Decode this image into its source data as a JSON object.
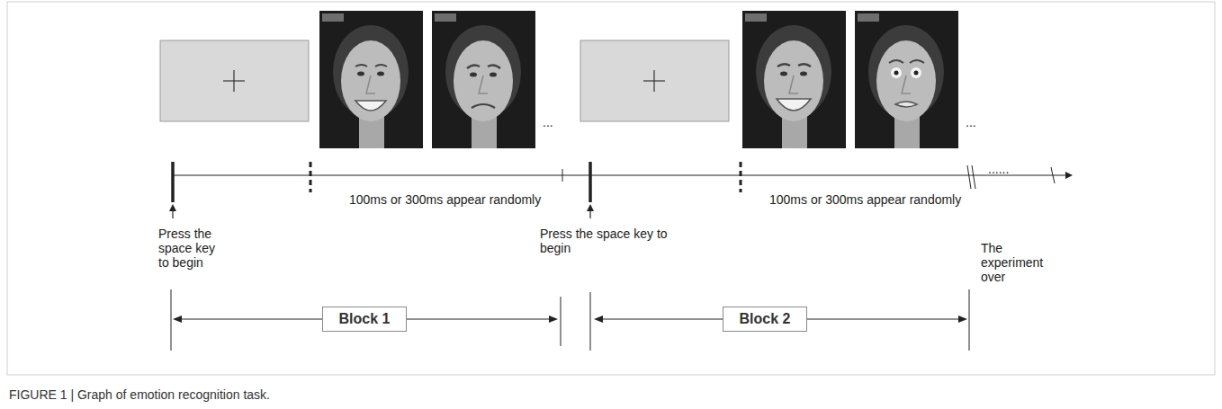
{
  "diagram": {
    "caption": "FIGURE 1 | Graph of emotion recognition task.",
    "nodes": [
      {
        "text": [
          "Block 1"
        ]
      },
      {
        "text": [
          "Block 2"
        ]
      }
    ],
    "labels": [
      "...",
      "...",
      "100ms or 300ms appear randomly",
      "Press the space key to begin",
      "100ms or 300ms appear randomly",
      "Press the space key to begin",
      "......",
      "The experiment over"
    ]
  }
}
